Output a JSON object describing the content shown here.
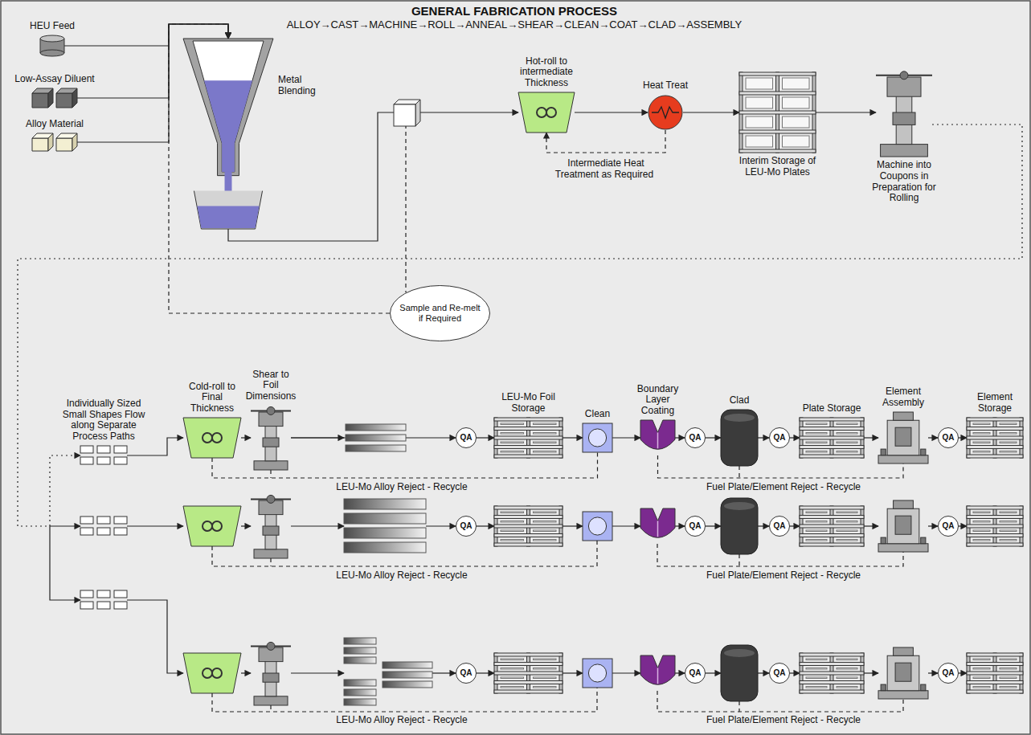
{
  "diagram": {
    "title": "GENERAL FABRICATION PROCESS",
    "nodes": [
      {
        "text": [
          "HEU Feed"
        ]
      },
      {
        "text": [
          "Low-Assay Diluent"
        ]
      },
      {
        "text": [
          "Alloy Material"
        ]
      },
      {
        "text": [
          "Metal Blending"
        ]
      },
      {
        "text": [
          "Sample and Re-melt if Required"
        ]
      },
      {
        "text": [
          "Hot-roll to intermediate Thickness"
        ]
      },
      {
        "text": [
          "Heat Treat"
        ]
      },
      {
        "text": [
          "Interim Storage of LEU-Mo Plates"
        ]
      },
      {
        "text": [
          "Machine into Coupons in Preparation for Rolling"
        ]
      },
      {
        "text": [
          "Individually Sized Small Shapes Flow along Separate Process Paths"
        ]
      },
      {
        "text": [
          "Cold-roll to Final Thickness"
        ]
      },
      {
        "text": [
          "Shear to Foil Dimensions"
        ]
      },
      {
        "text": [
          "QA"
        ]
      },
      {
        "text": [
          "LEU-Mo Foil Storage"
        ]
      },
      {
        "text": [
          "Clean"
        ]
      },
      {
        "text": [
          "Boundary Layer Coating"
        ]
      },
      {
        "text": [
          "QA"
        ]
      },
      {
        "text": [
          "Clad"
        ]
      },
      {
        "text": [
          "QA"
        ]
      },
      {
        "text": [
          "Plate Storage"
        ]
      },
      {
        "text": [
          "Element Assembly"
        ]
      },
      {
        "text": [
          "QA"
        ]
      },
      {
        "text": [
          "Element Storage"
        ]
      },
      {
        "text": [
          "QA"
        ]
      },
      {
        "text": [
          "QA"
        ]
      },
      {
        "text": [
          "QA"
        ]
      },
      {
        "text": [
          "QA"
        ]
      },
      {
        "text": [
          "QA"
        ]
      },
      {
        "text": [
          "QA"
        ]
      },
      {
        "text": [
          "QA"
        ]
      },
      {
        "text": [
          "QA"
        ]
      }
    ],
    "edges": [
      {
        "from": 0,
        "to": 3,
        "arrow": "to"
      },
      {
        "from": 1,
        "to": 3,
        "arrow": "to"
      },
      {
        "from": 2,
        "to": 3,
        "arrow": "to"
      },
      {
        "from": 4,
        "to": 3,
        "arrow": "to"
      },
      {
        "from": 3,
        "to": 5,
        "arrow": "to"
      },
      {
        "from": 5,
        "to": 6,
        "arrow": "to"
      },
      {
        "from": 6,
        "to": 5,
        "label": "Intermediate Heat Treatment as Required",
        "arrow": "to"
      },
      {
        "from": 6,
        "to": 7,
        "arrow": "to"
      },
      {
        "from": 7,
        "to": 8,
        "arrow": "to"
      },
      {
        "from": 8,
        "to": 9,
        "arrow": "to"
      },
      {
        "from": 9,
        "to": 10,
        "arrow": "to"
      },
      {
        "from": 10,
        "to": 11,
        "arrow": "to"
      },
      {
        "from": 11,
        "to": 12,
        "arrow": "to"
      },
      {
        "from": 12,
        "to": 13,
        "arrow": "to"
      },
      {
        "from": 13,
        "to": 14,
        "arrow": "to"
      },
      {
        "from": 14,
        "to": 15,
        "arrow": "to"
      },
      {
        "from": 15,
        "to": 16,
        "arrow": "to"
      },
      {
        "from": 16,
        "to": 17,
        "arrow": "to"
      },
      {
        "from": 17,
        "to": 18,
        "arrow": "to"
      },
      {
        "from": 18,
        "to": 19,
        "arrow": "to"
      },
      {
        "from": 19,
        "to": 20,
        "arrow": "to"
      },
      {
        "from": 20,
        "to": 21,
        "arrow": "to"
      },
      {
        "from": 21,
        "to": 22,
        "arrow": "to"
      },
      {
        "from": 10,
        "to": 14,
        "label": "LEU-Mo Alloy Reject - Recycle",
        "arrow": "none"
      },
      {
        "from": 15,
        "to": 20,
        "label": "Fuel Plate/Element Reject - Recycle",
        "arrow": "none"
      }
    ],
    "labels": [
      "ALLOY→CAST→MACHINE→ROLL→ANNEAL→SHEAR→CLEAN→COAT→CLAD→ASSEMBLY",
      "LEU-Mo Alloy Reject - Recycle",
      "Fuel Plate/Element Reject - Recycle",
      "LEU-Mo Alloy Reject - Recycle",
      "Fuel Plate/Element Reject - Recycle"
    ]
  }
}
